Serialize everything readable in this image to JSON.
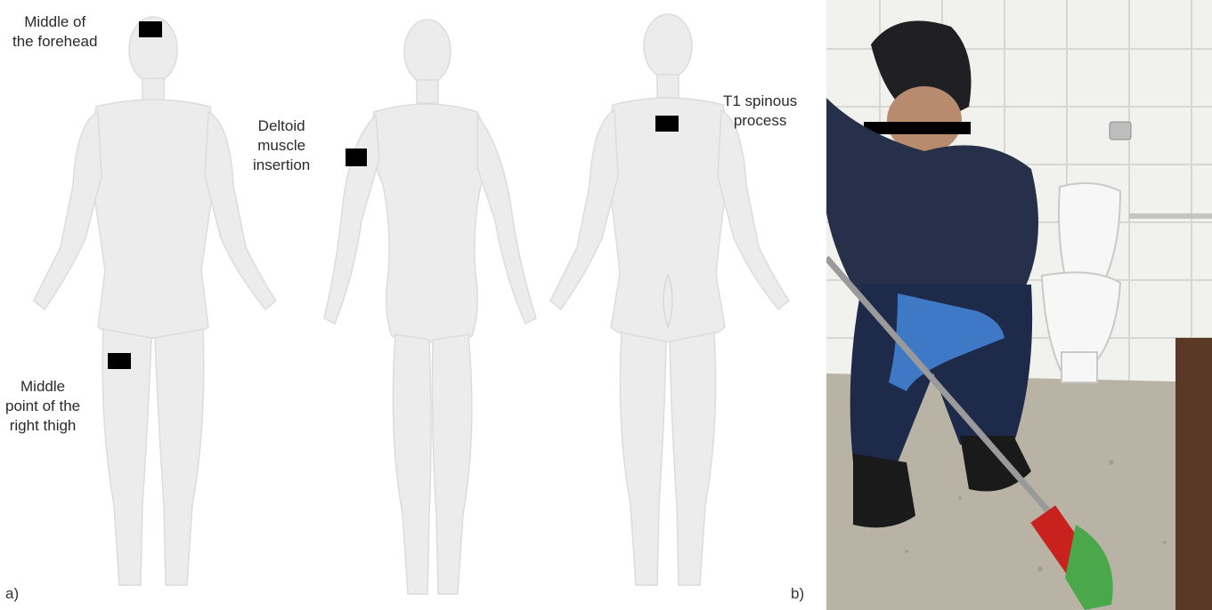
{
  "labels": {
    "forehead": "Middle of\nthe forehead",
    "deltoid": "Deltoid\nmuscle\ninsertion",
    "thigh": "Middle\npoint of the\nright thigh",
    "t1": "T1 spinous\nprocess"
  },
  "panel_letters": {
    "a": "a)",
    "b": "b)"
  },
  "colors": {
    "body_fill": "#ececec",
    "body_stroke": "#d9d9d9",
    "marker": "#000000",
    "shirt": "#27304a",
    "glove": "#3f79c6"
  }
}
